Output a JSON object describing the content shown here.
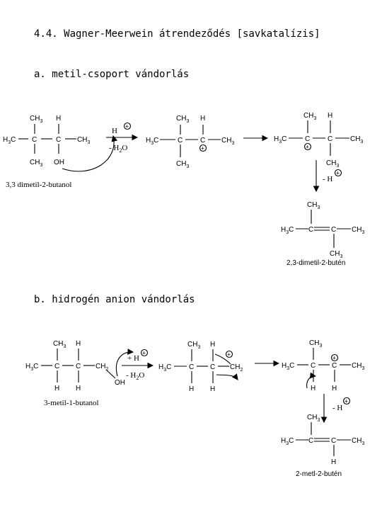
{
  "title": "4.4. Wagner-Meerwein átrendeződés [savkatalízis]",
  "section_a": {
    "heading": "a. metil-csoport vándorlás",
    "start_name": "3,3 dimetil-2-butanol",
    "reagent_top": "H",
    "reagent_bottom": "- H",
    "reagent_bottom_sub": "2",
    "reagent_bottom_tail": "O",
    "deprot": "- H",
    "product_name": "2,3-dimetil-2-butén"
  },
  "section_b": {
    "heading": "b. hidrogén anion vándorlás",
    "start_name": "3-metil-1-butanol",
    "reagent_top": "+ H",
    "reagent_bottom": "- H",
    "reagent_bottom_sub": "2",
    "reagent_bottom_tail": "O",
    "deprot": "- H",
    "product_name": "2-metl-2-butén"
  },
  "atoms": {
    "C": "C",
    "H": "H",
    "OH": "OH",
    "CH": "CH",
    "H3C": "H",
    "sub2": "2",
    "sub3": "3",
    "plus": "+",
    "minus": "−"
  }
}
